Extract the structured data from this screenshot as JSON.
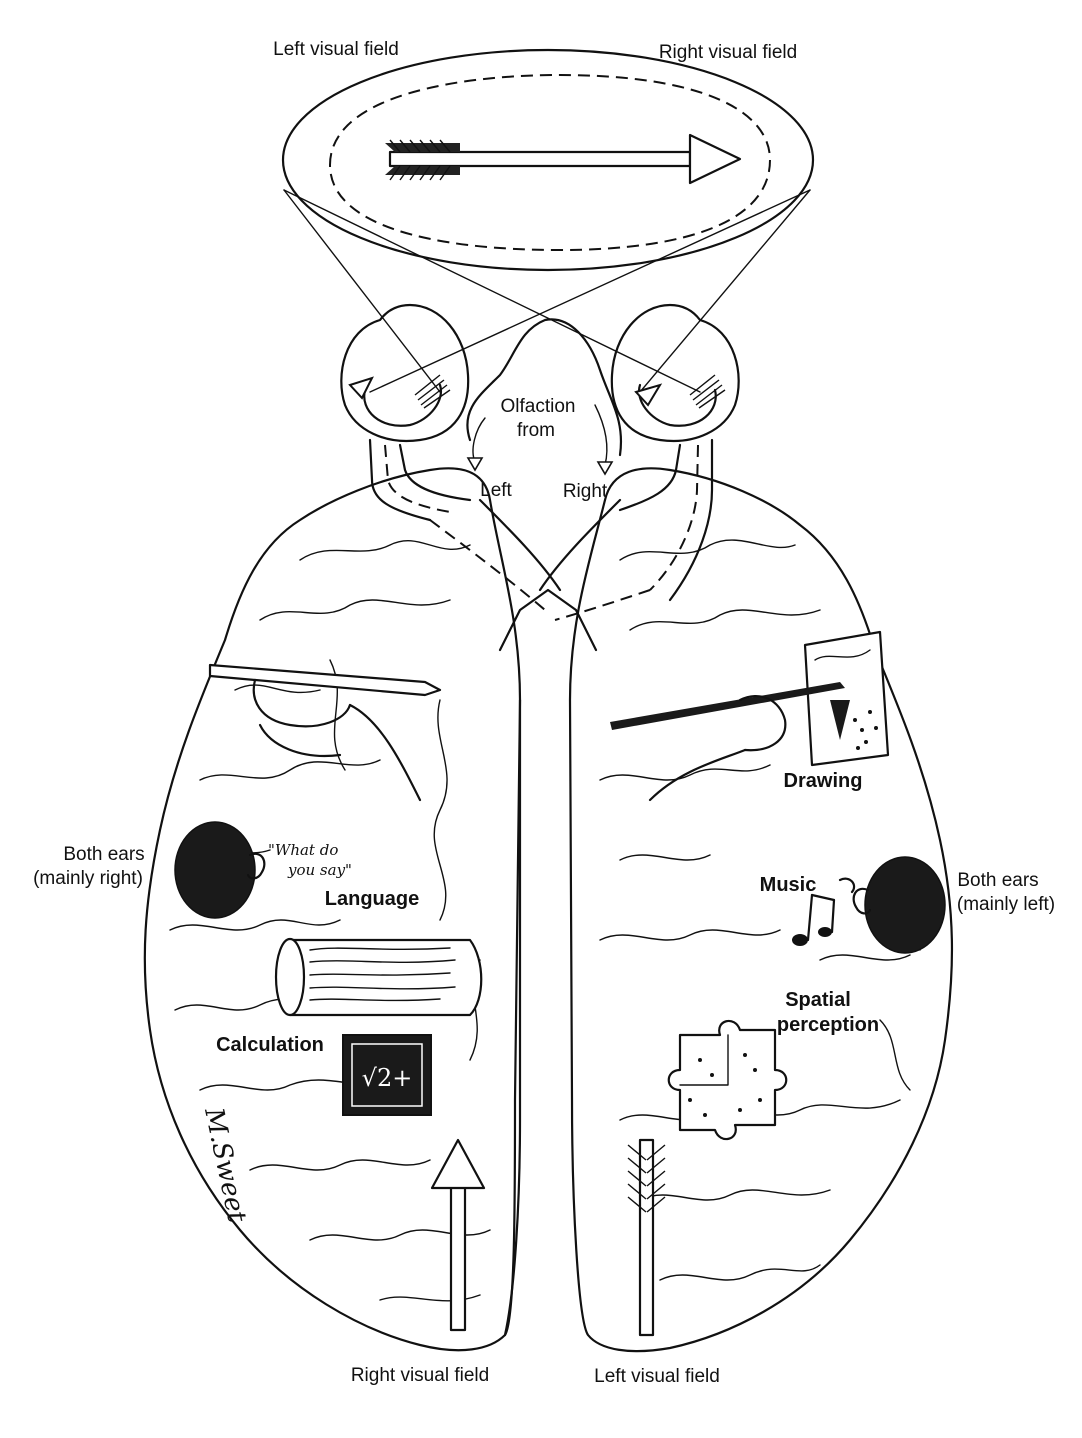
{
  "labels": {
    "top_left_field": "Left visual field",
    "top_right_field": "Right visual field",
    "olfaction_line1": "Olfaction",
    "olfaction_line2": "from",
    "olf_left": "Left",
    "olf_right": "Right",
    "drawing": "Drawing",
    "music": "Music",
    "spatial_line1": "Spatial",
    "spatial_line2": "perception",
    "language": "Language",
    "calculation": "Calculation",
    "ears_left_line1": "Both ears",
    "ears_left_line2": "(mainly right)",
    "ears_right_line1": "Both ears",
    "ears_right_line2": "(mainly left)",
    "bottom_left_field": "Right visual field",
    "bottom_right_field": "Left visual field"
  },
  "speech_bubble": {
    "line1": "\"What do",
    "line2": "you say\""
  },
  "chalkboard_text": "√2+",
  "signature": "M.Sweet",
  "colors": {
    "ink": "#111111",
    "paper": "#ffffff"
  }
}
